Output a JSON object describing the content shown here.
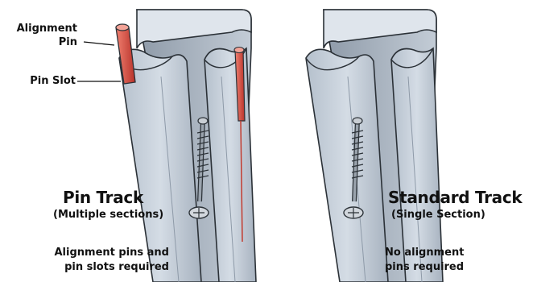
{
  "callouts": {
    "alignment_pin_line1": "Alignment",
    "alignment_pin_line2": "Pin",
    "pin_slot": "Pin Slot"
  },
  "pin_track": {
    "title": "Pin Track",
    "subtitle": "(Multiple sections)",
    "note_line1": "Alignment pins and",
    "note_line2": "pin slots required"
  },
  "standard_track": {
    "title": "Standard Track",
    "subtitle": "(Single Section)",
    "note_line1": "No alignment",
    "note_line2": "pins required"
  },
  "colors": {
    "track_light": "#c9d2dc",
    "track_mid": "#aab5c2",
    "track_dark": "#7f8c9b",
    "outline": "#2b3137",
    "pin": "#d9493a",
    "screw": "#8a929b"
  }
}
